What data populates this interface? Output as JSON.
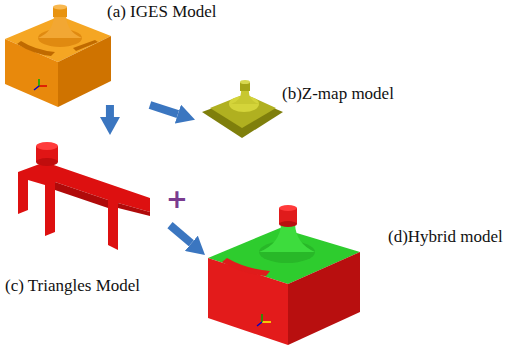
{
  "diagram": {
    "nodes": [
      {
        "text": [
          "(a) IGES Model"
        ]
      },
      {
        "text": [
          "(b)Z-map model"
        ]
      },
      {
        "text": [
          "(c) Triangles Model"
        ]
      },
      {
        "text": [
          "(d)Hybrid model"
        ]
      }
    ],
    "edges": [
      {
        "from": 0,
        "to": 1,
        "arrow": "to"
      },
      {
        "from": 0,
        "to": 2,
        "arrow": "to"
      },
      {
        "from": 2,
        "to": 3,
        "arrow": "to"
      }
    ],
    "labels": [
      "+"
    ]
  }
}
